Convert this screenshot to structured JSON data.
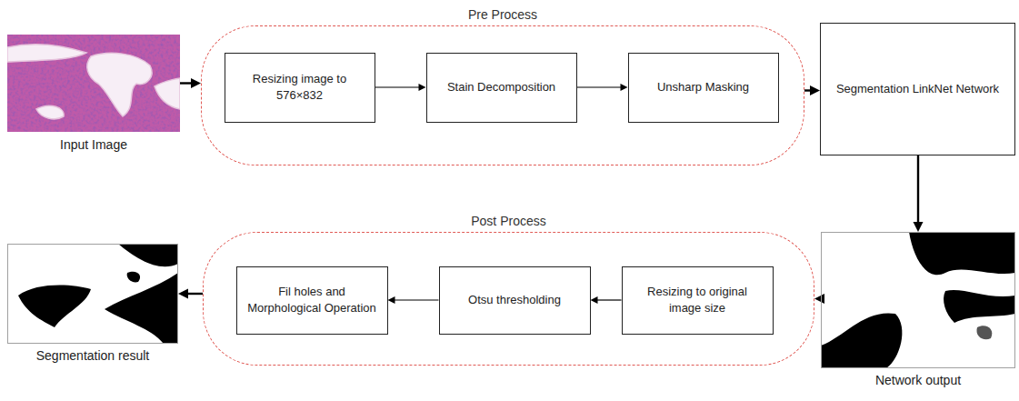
{
  "diagram": {
    "nodes": [
      {
        "text": [
          "Input Image"
        ]
      },
      {
        "text": [
          "Pre Process"
        ]
      },
      {
        "text": [
          "Resizing image to 576×832"
        ],
        "in": 1
      },
      {
        "text": [
          "Stain Decomposition"
        ],
        "in": 1
      },
      {
        "text": [
          "Unsharp Masking"
        ],
        "in": 1
      },
      {
        "text": [
          "Segmentation LinkNet Network"
        ]
      },
      {
        "text": [
          "Network output"
        ]
      },
      {
        "text": [
          "Post Process"
        ]
      },
      {
        "text": [
          "Resizing to original image size"
        ],
        "in": 7
      },
      {
        "text": [
          "Otsu thresholding"
        ],
        "in": 7
      },
      {
        "text": [
          "Fil holes and Morphological Operation"
        ],
        "in": 7
      },
      {
        "text": [
          "Segmentation result"
        ]
      }
    ],
    "edges": [
      {
        "from": 0,
        "to": 1,
        "arrow": "to"
      },
      {
        "from": 2,
        "to": 3,
        "arrow": "to"
      },
      {
        "from": 3,
        "to": 4,
        "arrow": "to"
      },
      {
        "from": 1,
        "to": 5,
        "arrow": "to"
      },
      {
        "from": 5,
        "to": 6,
        "arrow": "to"
      },
      {
        "from": 6,
        "to": 7,
        "arrow": "to"
      },
      {
        "from": 8,
        "to": 9,
        "arrow": "to"
      },
      {
        "from": 9,
        "to": 10,
        "arrow": "to"
      },
      {
        "from": 7,
        "to": 11,
        "arrow": "to"
      }
    ]
  }
}
